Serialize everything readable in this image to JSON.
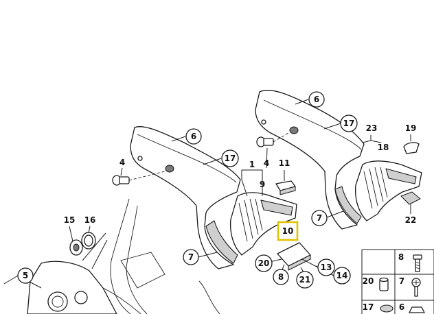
{
  "diagram": {
    "callouts": [
      {
        "id": "c6a",
        "label": "6"
      },
      {
        "id": "c6b",
        "label": "6"
      },
      {
        "id": "c17a",
        "label": "17"
      },
      {
        "id": "c17b",
        "label": "17"
      },
      {
        "id": "c4a",
        "label": "4"
      },
      {
        "id": "c4b",
        "label": "4"
      },
      {
        "id": "c1",
        "label": "1"
      },
      {
        "id": "c9",
        "label": "9"
      },
      {
        "id": "c11",
        "label": "11"
      },
      {
        "id": "c23",
        "label": "23"
      },
      {
        "id": "c18",
        "label": "18"
      },
      {
        "id": "c19",
        "label": "19"
      },
      {
        "id": "c22",
        "label": "22"
      },
      {
        "id": "c7a",
        "label": "7"
      },
      {
        "id": "c7b",
        "label": "7"
      },
      {
        "id": "c10",
        "label": "10"
      },
      {
        "id": "c20",
        "label": "20"
      },
      {
        "id": "c8",
        "label": "8"
      },
      {
        "id": "c21",
        "label": "21"
      },
      {
        "id": "c13",
        "label": "13"
      },
      {
        "id": "c14",
        "label": "14"
      },
      {
        "id": "c15",
        "label": "15"
      },
      {
        "id": "c16",
        "label": "16"
      },
      {
        "id": "c5",
        "label": "5"
      }
    ],
    "highlighted_part": "10",
    "highlight_color": "#e2c200",
    "legend_grid": [
      {
        "label": "8"
      },
      {
        "label": "20"
      },
      {
        "label": "7"
      },
      {
        "label": "17"
      },
      {
        "label": "6"
      }
    ]
  }
}
